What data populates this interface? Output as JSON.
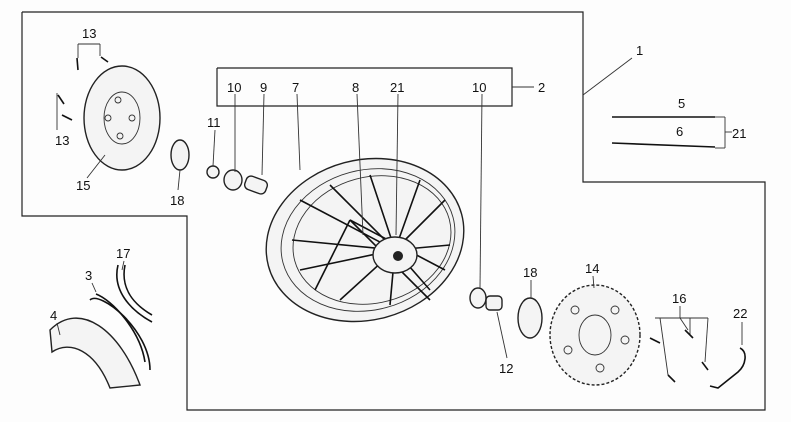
{
  "diagram": {
    "title": "Rear wheel exploded parts diagram",
    "callouts": [
      {
        "id": "c13a",
        "label": "13"
      },
      {
        "id": "c13b",
        "label": "13"
      },
      {
        "id": "c15",
        "label": "15"
      },
      {
        "id": "c18a",
        "label": "18"
      },
      {
        "id": "c11",
        "label": "11"
      },
      {
        "id": "c10a",
        "label": "10"
      },
      {
        "id": "c9",
        "label": "9"
      },
      {
        "id": "c7",
        "label": "7"
      },
      {
        "id": "c8",
        "label": "8"
      },
      {
        "id": "c21a",
        "label": "21"
      },
      {
        "id": "c10b",
        "label": "10"
      },
      {
        "id": "c2",
        "label": "2"
      },
      {
        "id": "c1",
        "label": "1"
      },
      {
        "id": "c5",
        "label": "5"
      },
      {
        "id": "c6",
        "label": "6"
      },
      {
        "id": "c21b",
        "label": "21"
      },
      {
        "id": "c17",
        "label": "17"
      },
      {
        "id": "c3",
        "label": "3"
      },
      {
        "id": "c4",
        "label": "4"
      },
      {
        "id": "c18b",
        "label": "18"
      },
      {
        "id": "c14",
        "label": "14"
      },
      {
        "id": "c16",
        "label": "16"
      },
      {
        "id": "c22",
        "label": "22"
      },
      {
        "id": "c12",
        "label": "12"
      }
    ]
  }
}
